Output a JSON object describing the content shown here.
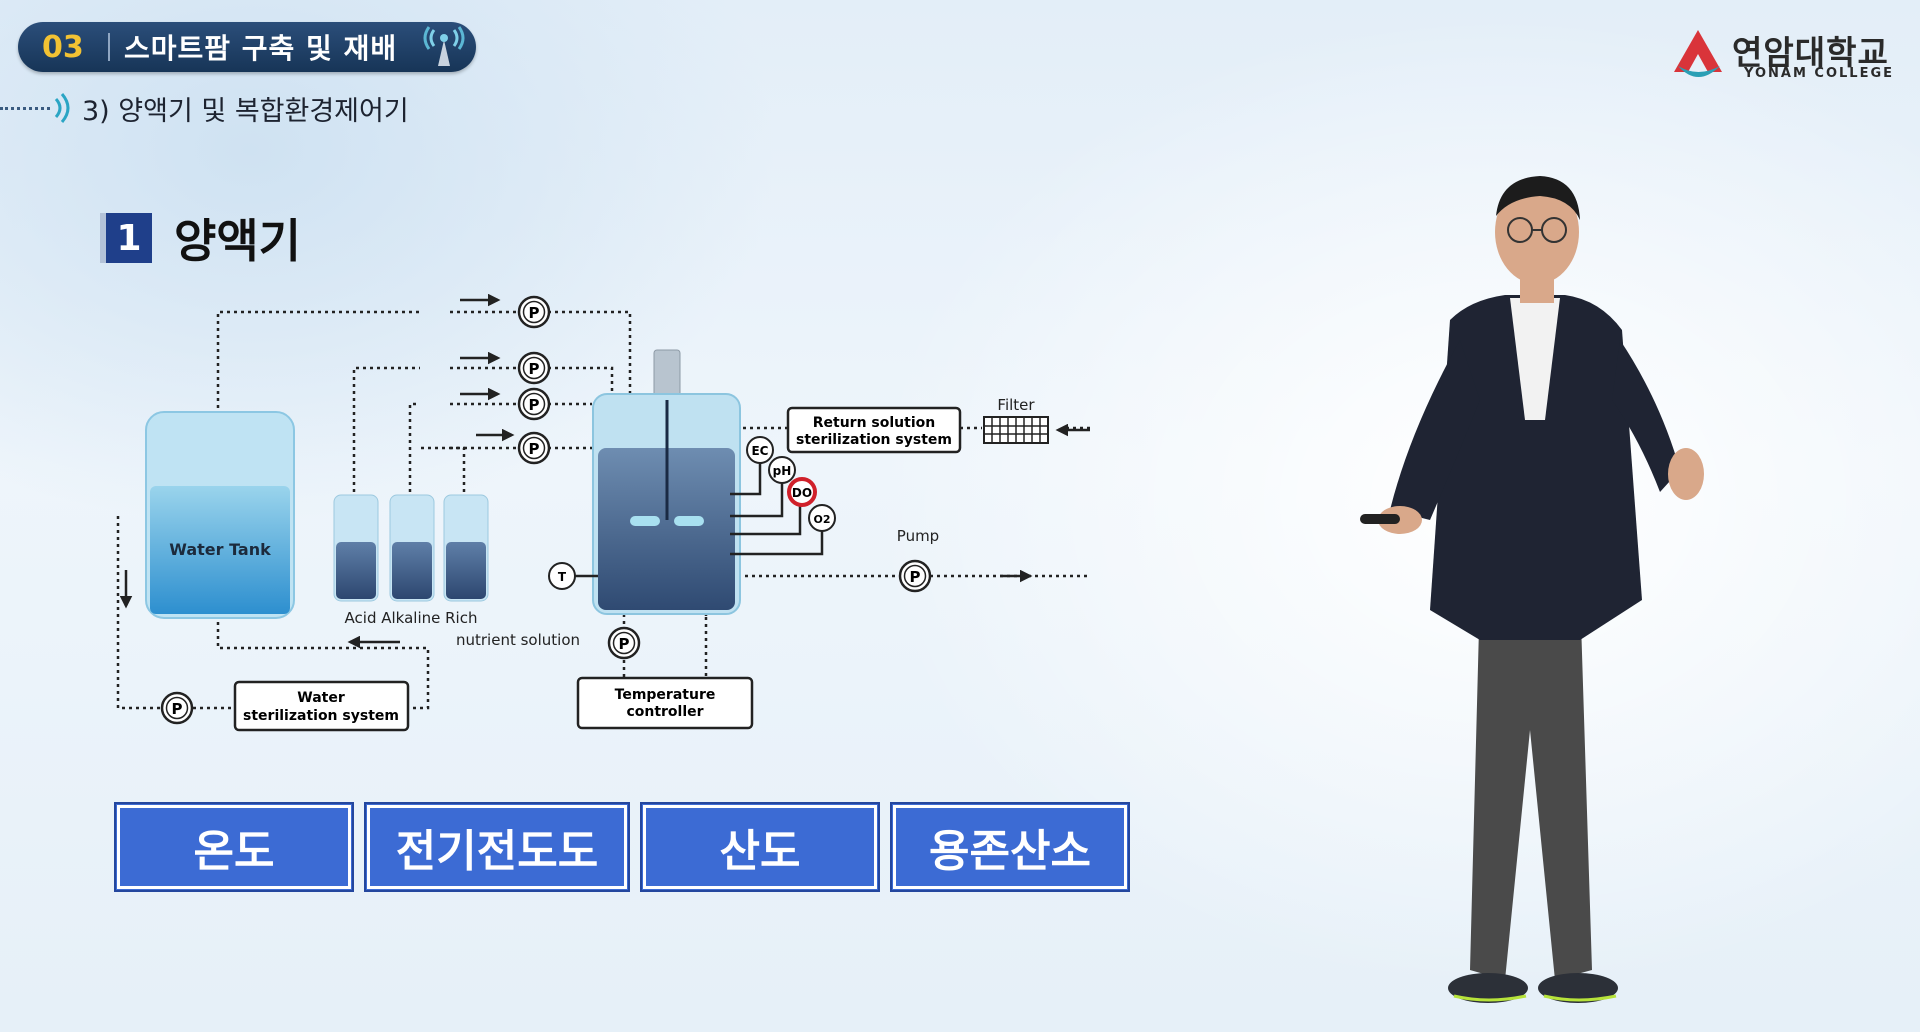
{
  "header": {
    "section_number": "03",
    "section_title": "스마트팜 구축 및 재배",
    "subtitle": "3) 양액기 및 복합환경제어기"
  },
  "logo": {
    "name": "연암대학교",
    "sub": "YONAM COLLEGE"
  },
  "heading": {
    "number": "1",
    "title": "양액기"
  },
  "diagram": {
    "water_tank": "Water Tank",
    "acid_label": "Acid Alkaline Rich",
    "nutrient_label": "nutrient solution",
    "return_box": [
      "Return solution",
      "sterilization system"
    ],
    "filter_label": "Filter",
    "pump_label": "Pump",
    "water_box": [
      "Water",
      "sterilization system"
    ],
    "temp_box": [
      "Temperature",
      "controller"
    ],
    "sensors": [
      "EC",
      "pH",
      "DO",
      "O2"
    ],
    "pump_symbol": "P",
    "thermo_symbol": "T"
  },
  "params": [
    {
      "label": "온도"
    },
    {
      "label": "전기전도도"
    },
    {
      "label": "산도"
    },
    {
      "label": "용존산소"
    }
  ],
  "colors": {
    "header_bg": "#1e3d63",
    "section_number": "#f2c233",
    "param_bg": "#3c6bd4",
    "heading_number_bg": "#1f3f8a",
    "do_ring": "#d0202a",
    "logo_red": "#d9343a",
    "logo_teal": "#2a9fb5"
  }
}
